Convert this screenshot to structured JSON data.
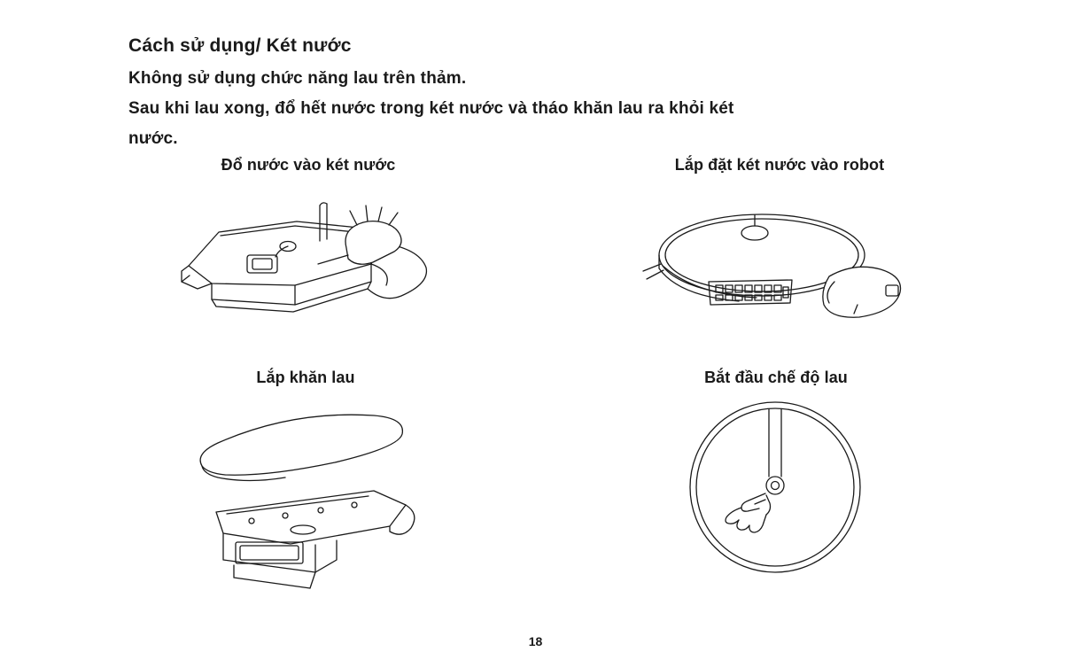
{
  "page": {
    "title": "Cách sử dụng/ Két nước",
    "body_lines": [
      "Không sử dụng chức năng lau trên thảm.",
      "Sau khi lau xong, đổ hết nước trong két nước và tháo khăn lau ra khỏi két",
      "nước."
    ],
    "captions": {
      "pour_water": "Đổ nước vào két nước",
      "install_tank": "Lắp đặt két nước vào robot",
      "attach_cloth": "Lắp khăn lau",
      "start_mop": "Bắt đầu chế độ lau"
    },
    "page_number": "18",
    "colors": {
      "text": "#1a1a1a",
      "background": "#ffffff"
    }
  }
}
